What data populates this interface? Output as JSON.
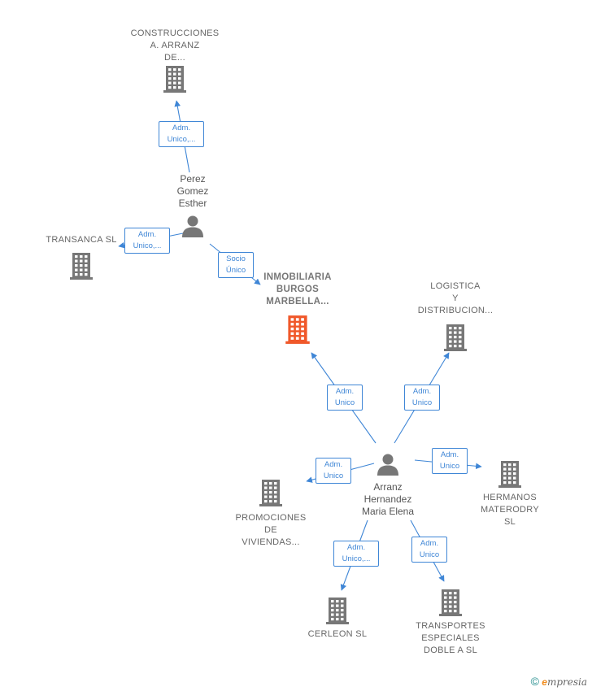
{
  "nodes": {
    "construcciones": {
      "label": "CONSTRUCCIONES\nA.  ARRANZ\nDE..."
    },
    "transanca": {
      "label": "TRANSANCA SL"
    },
    "perez": {
      "label": "Perez\nGomez\nEsther"
    },
    "inmobiliaria": {
      "label": "INMOBILIARIA\nBURGOS\nMARBELLA..."
    },
    "logistica": {
      "label": "LOGISTICA\nY\nDISTRIBUCION..."
    },
    "arranz": {
      "label": "Arranz\nHernandez\nMaria Elena"
    },
    "promociones": {
      "label": "PROMOCIONES\nDE\nVIVIENDAS..."
    },
    "hermanos": {
      "label": "HERMANOS\nMATERODRY\nSL"
    },
    "cerleon": {
      "label": "CERLEON  SL"
    },
    "transportes": {
      "label": "TRANSPORTES\nESPECIALES\nDOBLE A SL"
    }
  },
  "edges": {
    "e1": "Adm.\nUnico,...",
    "e2": "Adm.\nUnico,...",
    "e3": "Socio\nÚnico",
    "e4": "Adm.\nUnico",
    "e5": "Adm.\nUnico",
    "e6": "Adm.\nUnico",
    "e7": "Adm.\nUnico",
    "e8": "Adm.\nUnico,...",
    "e9": "Adm.\nUnico"
  },
  "colors": {
    "edge": "#3f86d6",
    "icon": "#777777",
    "focus": "#f0582a"
  },
  "footer": {
    "copyright": "©",
    "brand_initial": "e",
    "brand_rest": "mpresia"
  }
}
